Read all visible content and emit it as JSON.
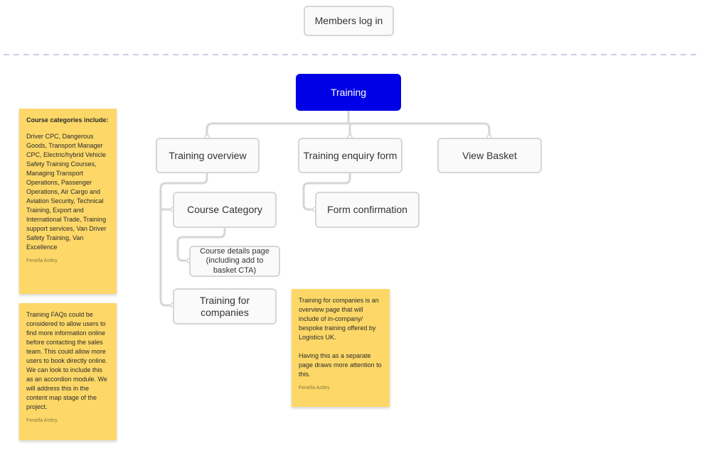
{
  "nodes": {
    "members_login": "Members log in",
    "training": "Training",
    "training_overview": "Training overview",
    "training_enquiry_form": "Training enquiry form",
    "view_basket": "View Basket",
    "course_category": "Course Category",
    "form_confirmation": "Form confirmation",
    "course_details_page": "Course details page (including add to basket CTA)",
    "training_for_companies": "Training for companies"
  },
  "colors": {
    "primary_node": "#0000e6",
    "sticky": "#fdd868",
    "divider": "#cfcbe6"
  },
  "stickies": [
    {
      "title": "Course categories include:",
      "text": "Driver CPC, Dangerous Goods, Transport Manager CPC, Electric/hybrid Vehicle Safety Training Courses, Managing Transport Operations, Passenger Operations, Air Cargo and Aviation Security, Technical Training, Export and International Trade, Training support services, Van Driver Safety Training, Van Excellence",
      "author": "Fenella Astley"
    },
    {
      "text": "Training FAQs could be considered to allow users to find more information online before contacting the sales team. This could allow more users to book directly online. We can look to include this as an accordion module. We will address this in the content map stage of the project.",
      "author": "Fenella Astley"
    },
    {
      "text": "Training for companies is an overview page that will include of in-company/ bespoke training offered by Logistics UK.\n\nHaving this as a separate page draws more attention to this.",
      "author": "Fenella Astley"
    }
  ]
}
